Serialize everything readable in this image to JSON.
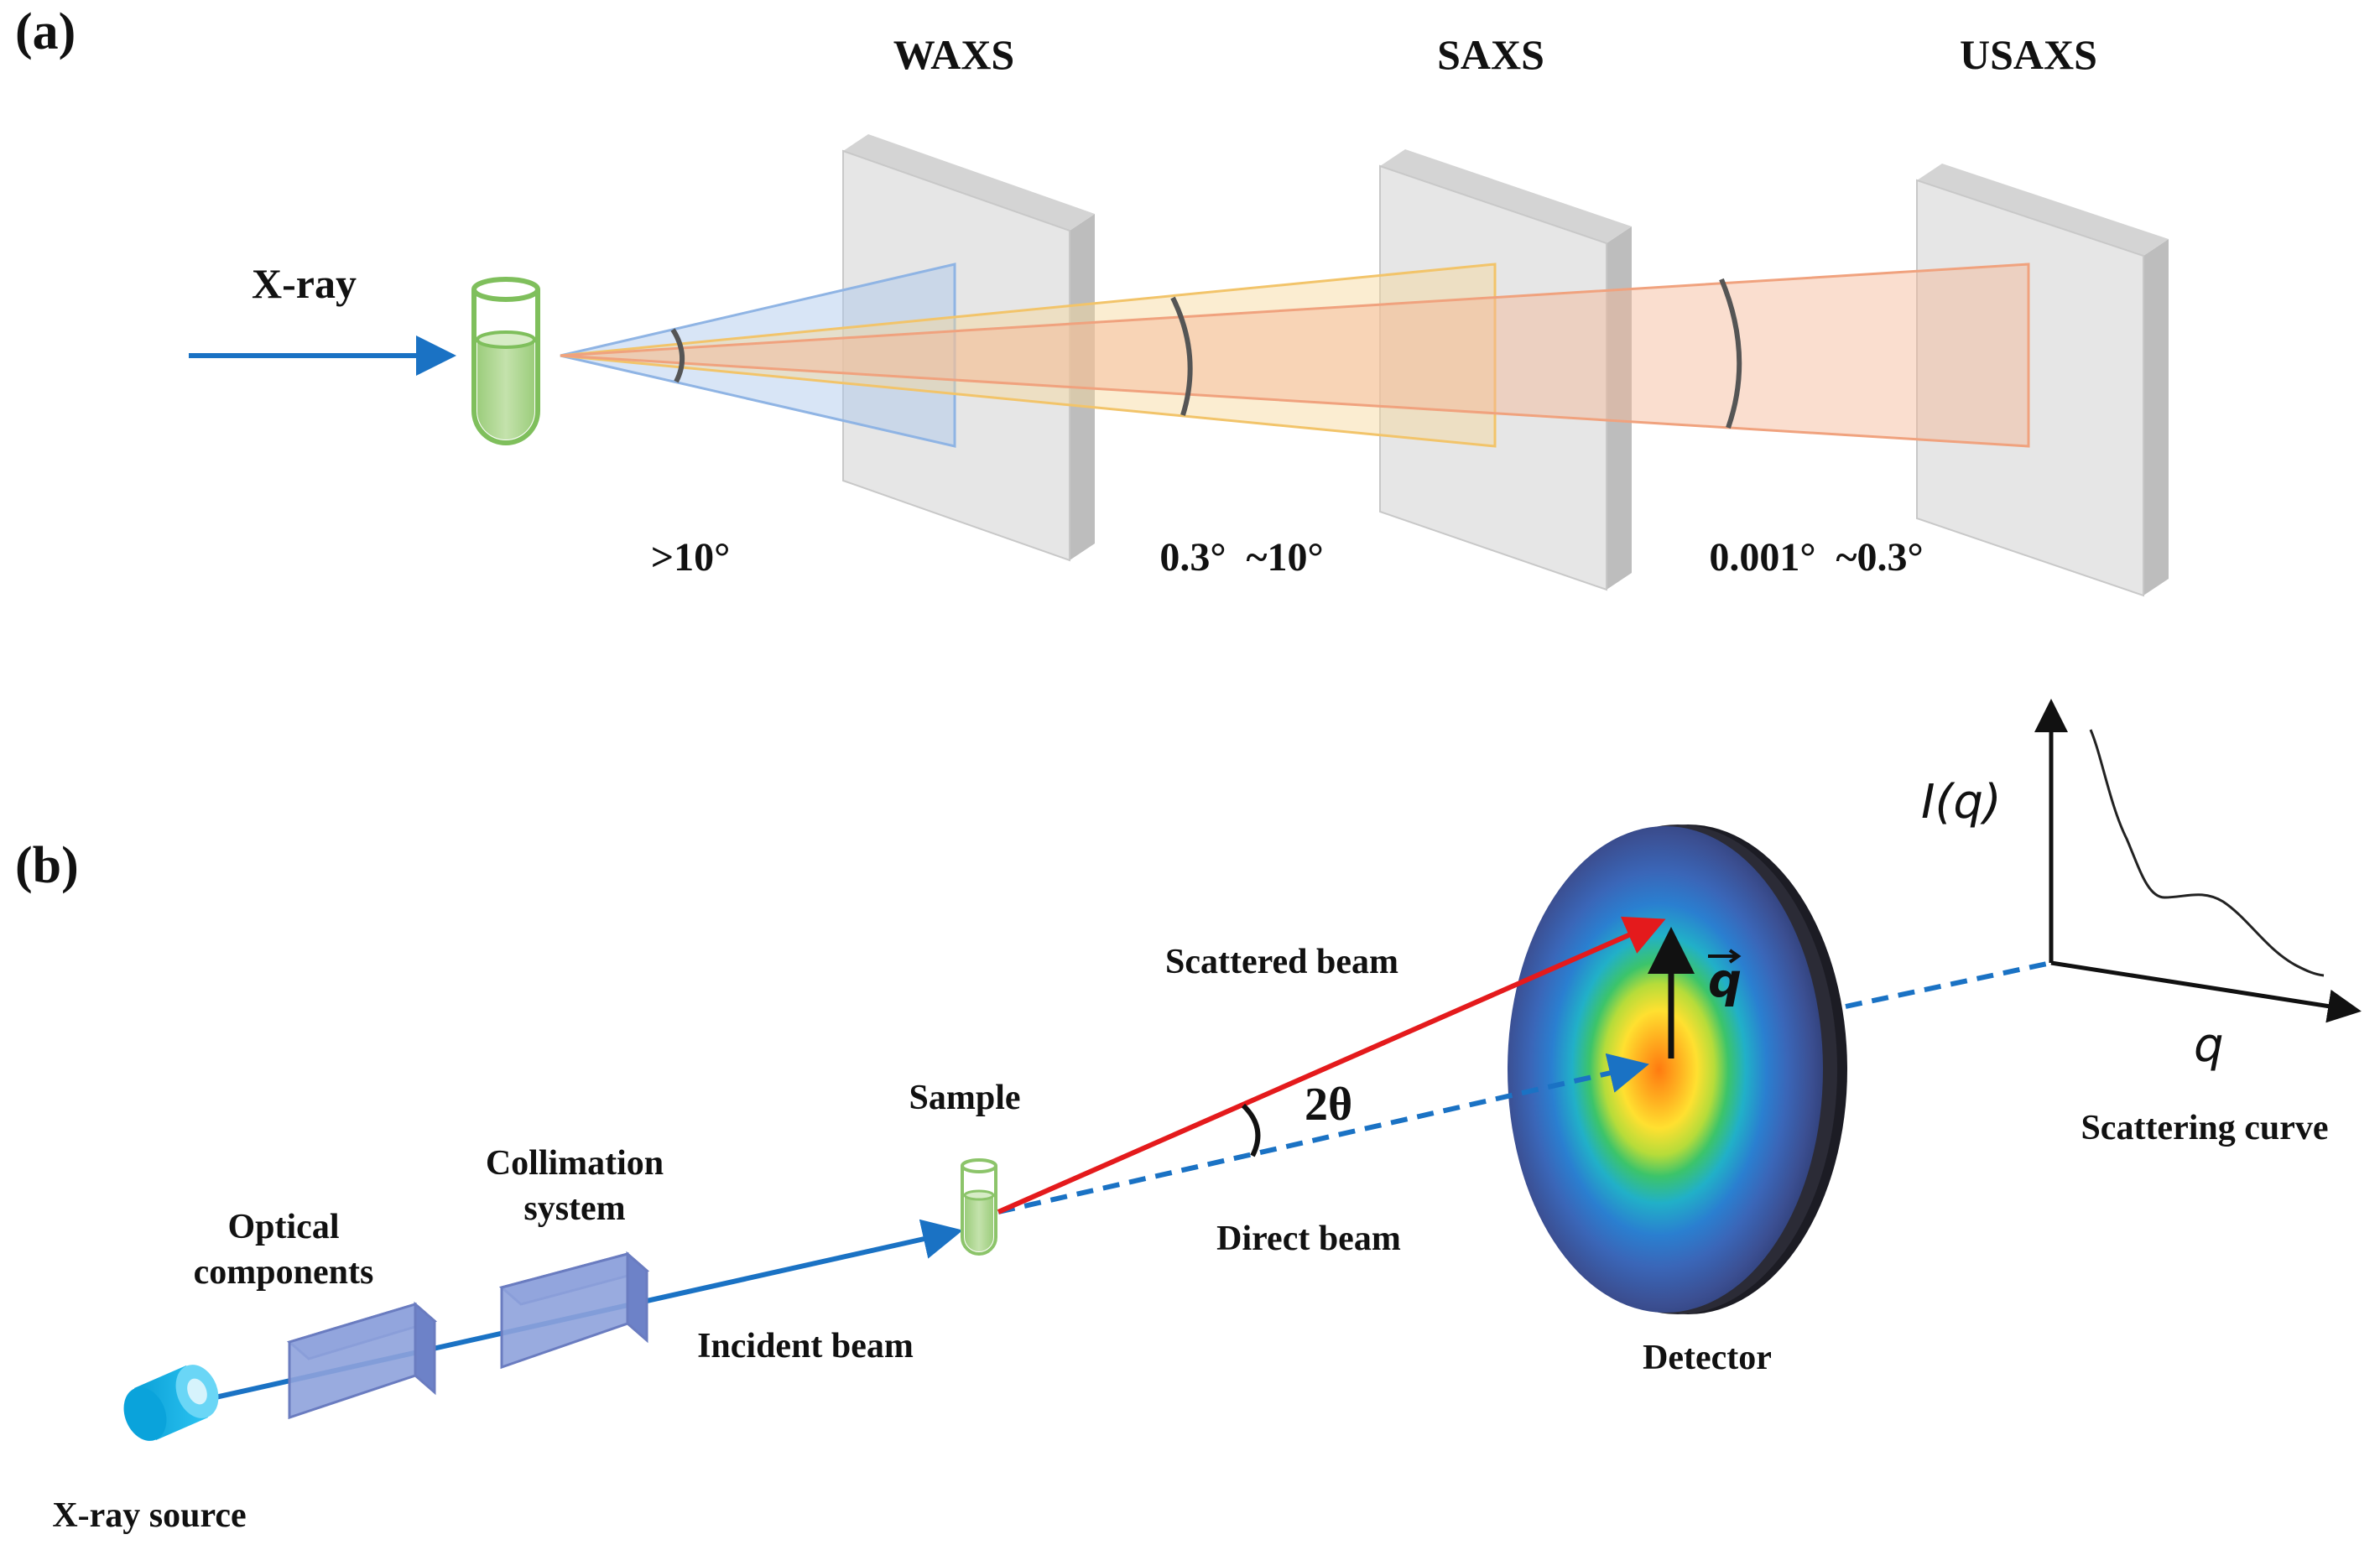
{
  "panel_a": {
    "label": "(a)",
    "xray_label": "X-ray",
    "detectors": [
      {
        "name": "WAXS",
        "angle_range": ">10°"
      },
      {
        "name": "SAXS",
        "angle_range": "0.3°  ~10°"
      },
      {
        "name": "USAXS",
        "angle_range": "0.001°  ~0.3°"
      }
    ],
    "colors": {
      "waxs_cone": "#a9c6ea",
      "saxs_cone": "#f6d79a",
      "usaxs_cone": "#f4b594",
      "beam": "#1a72c4",
      "tube": "#8cc46a"
    }
  },
  "panel_b": {
    "label": "(b)",
    "labels": {
      "xray_source": "X-ray source",
      "optical_components": [
        "Optical",
        "components"
      ],
      "collimation_system": [
        "Collimation",
        "system"
      ],
      "incident_beam": "Incident beam",
      "sample": "Sample",
      "scattered_beam": "Scattered beam",
      "direct_beam": "Direct beam",
      "two_theta": "2θ",
      "q_vector": "q",
      "detector": "Detector",
      "scattering_curve": "Scattering curve",
      "y_axis": "I(q)",
      "x_axis": "q"
    },
    "colors": {
      "scattered_beam": "#e41a1c",
      "incident_beam": "#1a72c4",
      "source": "#16b4ea",
      "boxes": "#8ea2dc"
    }
  }
}
